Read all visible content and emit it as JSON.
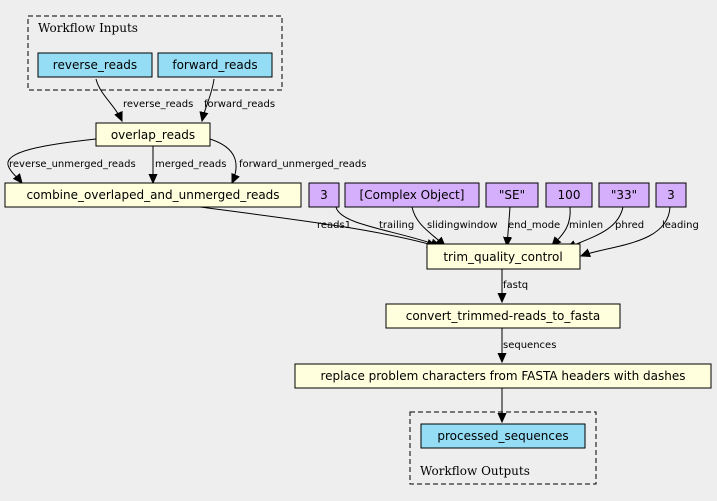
{
  "colors": {
    "background": "#eeeeee",
    "io": "#94ddf4",
    "step": "#ffffdd",
    "param": "#d5aefc"
  },
  "clusters": {
    "inputs": "Workflow Inputs",
    "outputs": "Workflow Outputs"
  },
  "nodes": {
    "reverse_reads": "reverse_reads",
    "forward_reads": "forward_reads",
    "overlap_reads": "overlap_reads",
    "combine": "combine_overlaped_and_unmerged_reads",
    "p_trailing": "3",
    "p_sliding": "[Complex Object]",
    "p_endmode": "\"SE\"",
    "p_minlen": "100",
    "p_phred": "\"33\"",
    "p_leading": "3",
    "trim": "trim_quality_control",
    "convert": "convert_trimmed-reads_to_fasta",
    "replace": "replace problem characters from FASTA headers with dashes",
    "processed": "processed_sequences"
  },
  "edges": {
    "reverse_reads": "reverse_reads",
    "forward_reads": "forward_reads",
    "reverse_unmerged_reads": "reverse_unmerged_reads",
    "merged_reads": "merged_reads",
    "forward_unmerged_reads": "forward_unmerged_reads",
    "reads1": "reads1",
    "trailing": "trailing",
    "slidingwindow": "slidingwindow",
    "end_mode": "end_mode",
    "minlen": "minlen",
    "phred": "phred",
    "leading": "leading",
    "fastq": "fastq",
    "sequences": "sequences"
  }
}
